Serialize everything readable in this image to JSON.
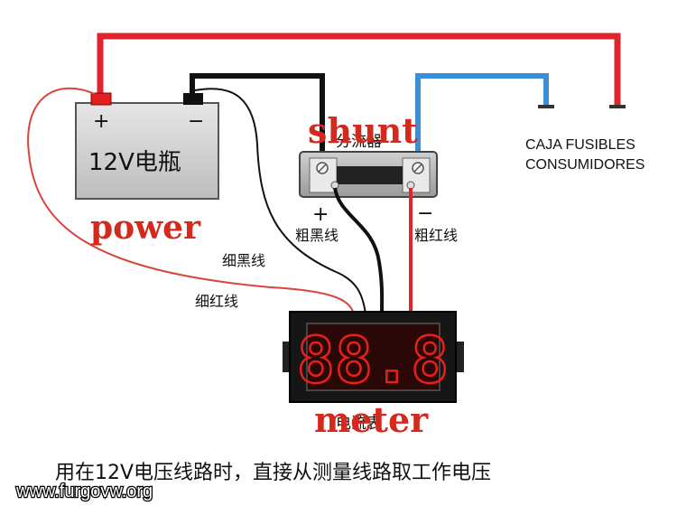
{
  "battery": {
    "plus": "+",
    "minus": "−",
    "label": "12V电瓶"
  },
  "labels": {
    "power": "power",
    "shunt": "shunt",
    "shunt_cn": "分流器",
    "meter": "meter",
    "meter_cn": "电流表",
    "shunt_plus": "+",
    "shunt_minus": "−",
    "thick_black": "粗黑线",
    "thick_red": "粗红线",
    "thin_black": "细黑线",
    "thin_red": "细红线",
    "fuse_box_line1": "CAJA FUSIBLES",
    "fuse_box_line2": "CONSUMIDORES"
  },
  "meter_display": "88.8",
  "caption": "用在12V电压线路时，直接从测量线路取工作电压",
  "watermark": "www.furgovw.org",
  "colors": {
    "wire_red": "#e0242e",
    "wire_black": "#111111",
    "wire_blue": "#3a8fd6",
    "thin_red": "#d9453c",
    "label_red": "#d42a1e",
    "digit_red": "#e8201a"
  }
}
